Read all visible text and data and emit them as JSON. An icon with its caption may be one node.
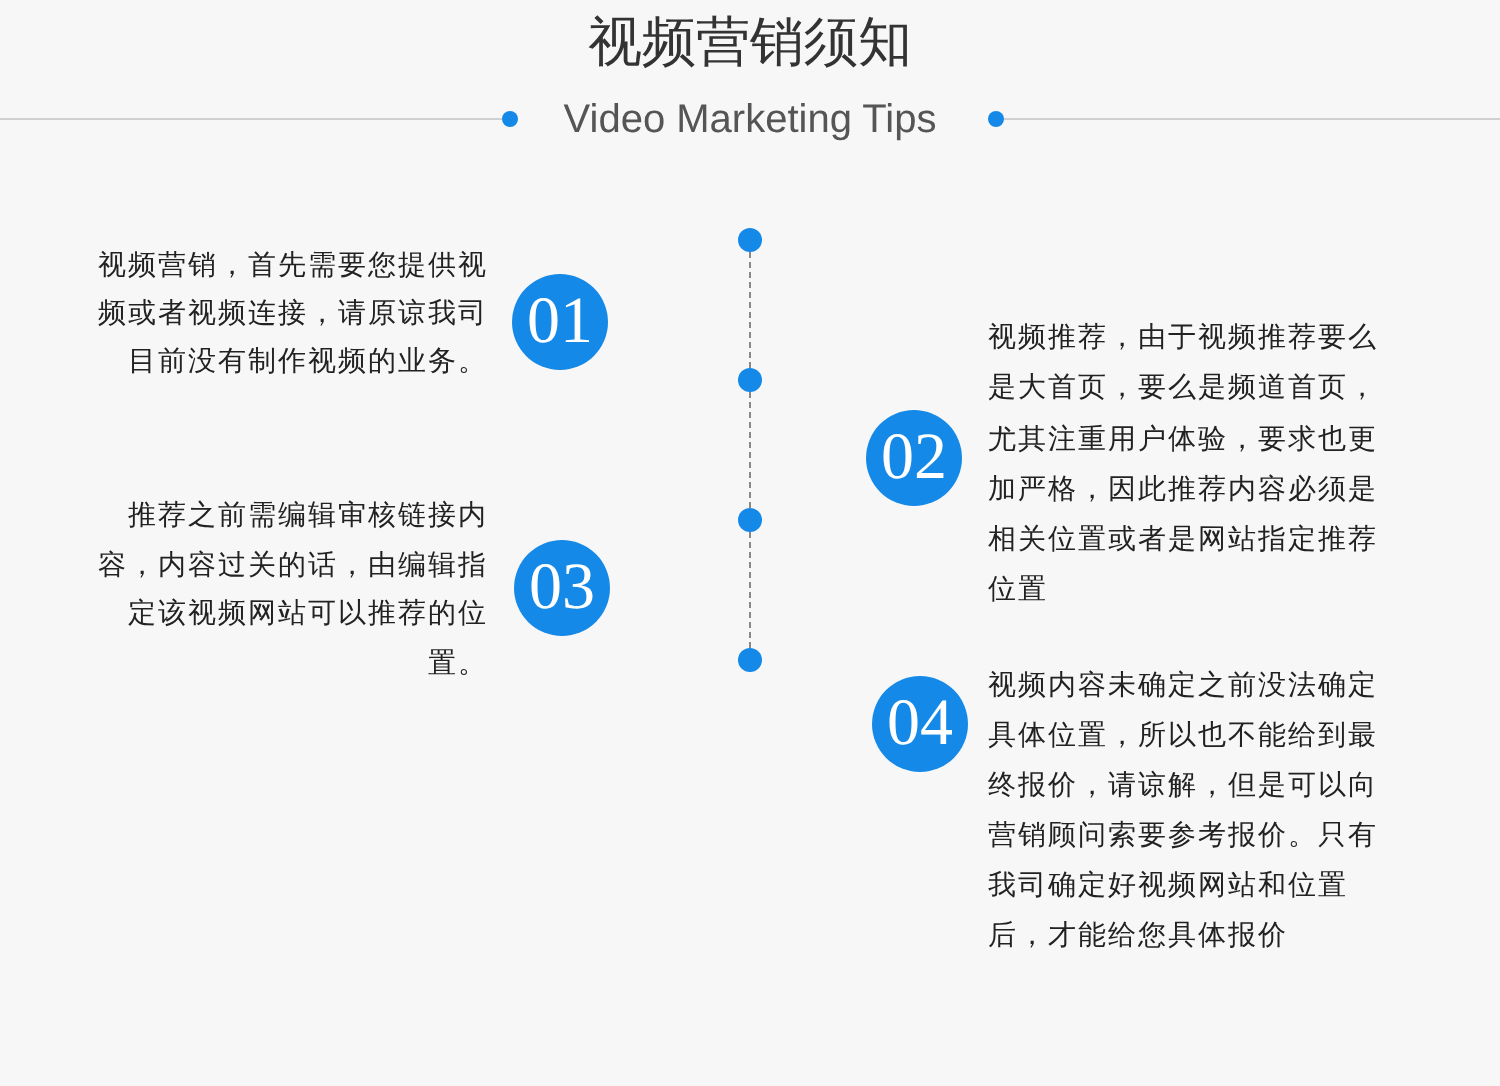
{
  "diagram": {
    "title": "视频营销须知",
    "nodes": [
      {
        "text": [
          "01"
        ],
        "beside": [
          "视频营销，首先需要您提供视频或者视频连接，请原谅我司目前没有制作视频的业务。"
        ]
      },
      {
        "text": [
          "02"
        ],
        "beside": [
          "视频推荐，由于视频推荐要么是大首页，要么是频道首页，尤其注重用户体验，要求也更加严格，因此推荐内容必须是相关位置或者是网站指定推荐位置"
        ]
      },
      {
        "text": [
          "03"
        ],
        "beside": [
          "推荐之前需编辑审核链接内容，内容过关的话，由编辑指定该视频网站可以推荐的位置。"
        ]
      },
      {
        "text": [
          "04"
        ],
        "beside": [
          "视频内容未确定之前没法确定具体位置，所以也不能给到最终报价，请谅解，但是可以向营销顾问索要参考报价。只有我司确定好视频网站和位置后，才能给您具体报价"
        ]
      },
      {
        "text": [],
        "shape": "circle"
      },
      {
        "text": [],
        "shape": "circle"
      },
      {
        "text": [],
        "shape": "circle"
      },
      {
        "text": [],
        "shape": "circle"
      }
    ],
    "edges": [
      {
        "from": 4,
        "to": 5,
        "arrow": "none",
        "style": "dashed"
      },
      {
        "from": 5,
        "to": 6,
        "arrow": "none",
        "style": "dashed"
      },
      {
        "from": 6,
        "to": 7,
        "arrow": "none",
        "style": "dashed"
      }
    ],
    "labels": [
      "Video Marketing Tips"
    ]
  }
}
